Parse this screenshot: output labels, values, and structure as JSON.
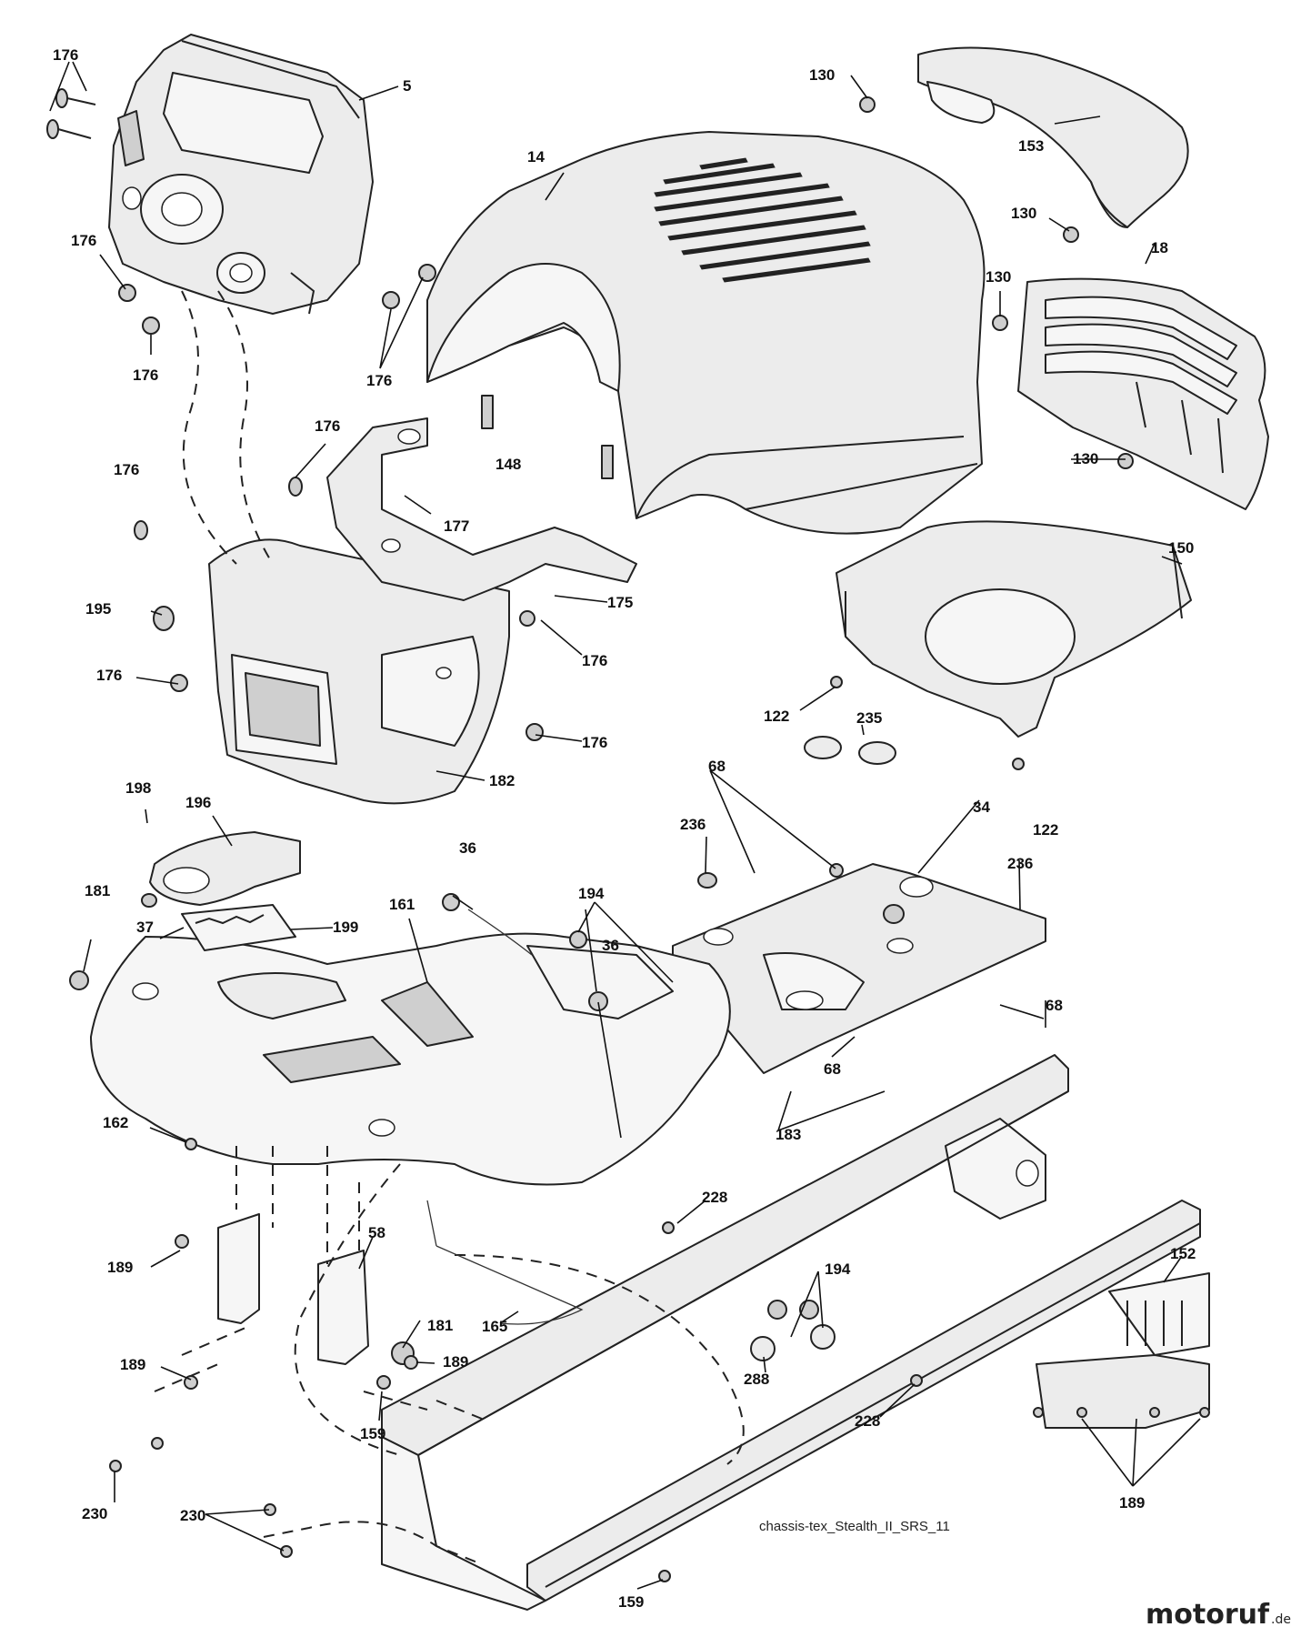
{
  "caption": "chassis-tex_Stealth_II_SRS_11",
  "brand": {
    "main": "motoruf",
    "tld": ".de"
  },
  "labels": {
    "l176a": "176",
    "l5": "5",
    "l130a": "130",
    "l153": "153",
    "l14": "14",
    "l176b": "176",
    "l176c": "176",
    "l176d": "176",
    "l130b": "130",
    "l18": "18",
    "l130c": "130",
    "l176e": "176",
    "l176f": "176",
    "l177": "177",
    "l148": "148",
    "l130d": "130",
    "l150": "150",
    "l195": "195",
    "l175": "175",
    "l176g": "176",
    "l176h": "176",
    "l122a": "122",
    "l235": "235",
    "l176i": "176",
    "l182": "182",
    "l68a": "68",
    "l34": "34",
    "l198": "198",
    "l196": "196",
    "l236a": "236",
    "l122b": "122",
    "l36a": "36",
    "l236b": "236",
    "l181a": "181",
    "l194a": "194",
    "l161": "161",
    "l37": "37",
    "l199": "199",
    "l36b": "36",
    "l68b": "68",
    "l68c": "68",
    "l183": "183",
    "l162": "162",
    "l228a": "228",
    "l189a": "189",
    "l58": "58",
    "l194b": "194",
    "l152": "152",
    "l181b": "181",
    "l165": "165",
    "l288": "288",
    "l189b": "189",
    "l189c": "189",
    "l159a": "159",
    "l228b": "228",
    "l230a": "230",
    "l189d": "189",
    "l230b": "230",
    "l159b": "159"
  }
}
